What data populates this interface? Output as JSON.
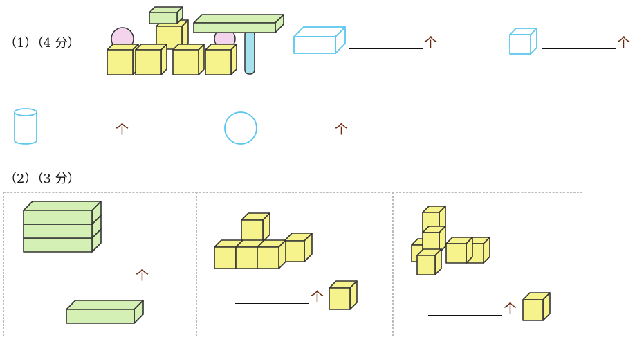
{
  "part1": {
    "label": "（1）（4 分）",
    "unit": "个",
    "items": [
      {
        "shape": "cuboid",
        "answer": ""
      },
      {
        "shape": "cube",
        "answer": ""
      },
      {
        "shape": "cylinder",
        "answer": ""
      },
      {
        "shape": "sphere",
        "answer": ""
      }
    ]
  },
  "part2": {
    "label": "（2）（3 分）",
    "unit": "个",
    "items": [
      {
        "answer": ""
      },
      {
        "answer": ""
      },
      {
        "answer": ""
      }
    ]
  },
  "colors": {
    "yellow": "#f6f28c",
    "green": "#d4f0b4",
    "pink": "#f4d4ec",
    "blue": "#5bc6ee",
    "cyl": "#a6e2ee"
  }
}
